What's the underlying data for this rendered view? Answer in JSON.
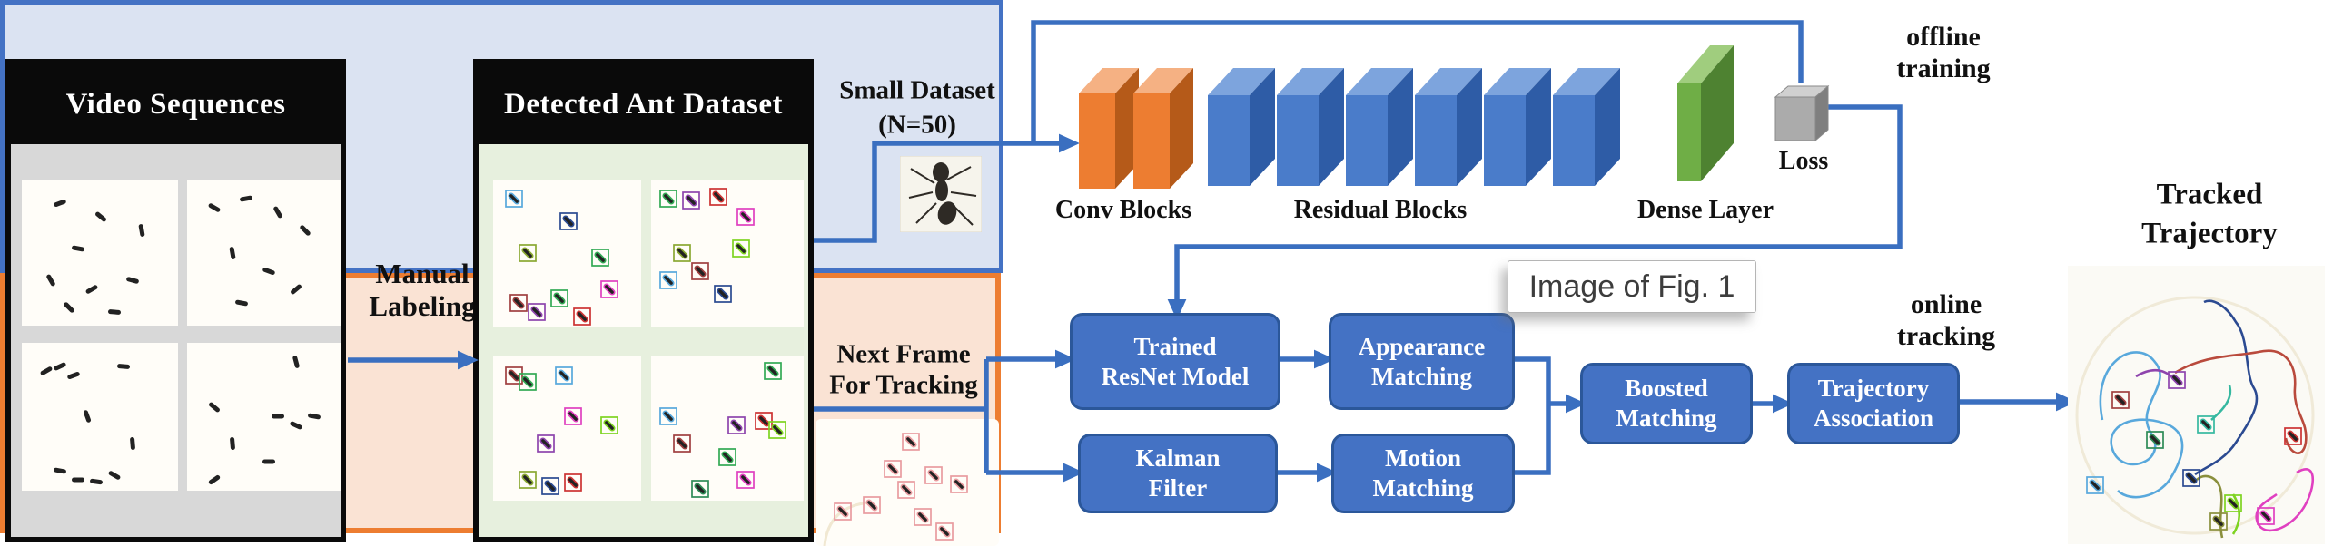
{
  "video_panel": {
    "title": "Video Sequences"
  },
  "detected_panel": {
    "title": "Detected Ant Dataset"
  },
  "flow_labels": {
    "manual_labeling": {
      "line1": "Manual",
      "line2": "Labeling"
    },
    "small_dataset": {
      "line1": "Small Dataset",
      "line2": "(N=50)"
    },
    "next_frame": {
      "line1": "Next Frame",
      "line2": "For Tracking"
    },
    "offline_training": {
      "line1": "offline",
      "line2": "training"
    },
    "online_tracking": {
      "line1": "online",
      "line2": "tracking"
    },
    "tracked_trajectory": {
      "line1": "Tracked",
      "line2": "Trajectory"
    }
  },
  "network": {
    "conv_label": "Conv Blocks",
    "conv_block_count": 2,
    "residual_label": "Residual Blocks",
    "residual_block_count": 6,
    "dense_label": "Dense Layer",
    "loss_label": "Loss"
  },
  "process_boxes": {
    "resnet": {
      "line1": "Trained",
      "line2": "ResNet Model"
    },
    "appearance": {
      "line1": "Appearance",
      "line2": "Matching"
    },
    "kalman": {
      "line1": "Kalman",
      "line2": "Filter"
    },
    "motion": {
      "line1": "Motion",
      "line2": "Matching"
    },
    "boosted": {
      "line1": "Boosted",
      "line2": "Matching"
    },
    "trajectory": {
      "line1": "Trajectory",
      "line2": "Association"
    }
  },
  "tooltip": {
    "text": "Image of Fig. 1"
  },
  "colors": {
    "offline_panel_fill": "#dbe3f2",
    "offline_panel_border": "#4472c4",
    "online_panel_fill": "#fae3d4",
    "online_panel_border": "#ed7d31",
    "process_box_fill": "#4472c4",
    "process_box_border": "#2b579a",
    "connector_blue": "#3a6fc0",
    "conv_block_orange": "#ed7d31",
    "residual_block_blue": "#4a7cca",
    "dense_layer_green": "#6fae46",
    "loss_cube_gray": "#ababab",
    "video_body_gray": "#d8d8d8",
    "detected_body_green": "#e7f0de",
    "header_black": "#0a0a0a"
  }
}
